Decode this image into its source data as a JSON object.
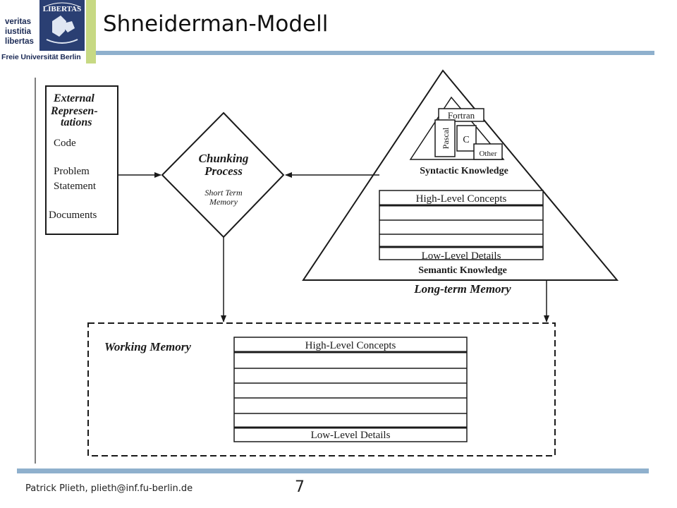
{
  "header": {
    "logo_motto": [
      "veritas",
      "iustitia",
      "libertas"
    ],
    "logo_seal_text": "LIBERTAS",
    "university_name": "Freie Universität Berlin",
    "title": "Shneiderman-Modell"
  },
  "diagram": {
    "external": {
      "title_lines": [
        "External",
        "Represen-",
        "tations"
      ],
      "items": [
        "Code",
        "Problem",
        "Statement",
        "Documents"
      ]
    },
    "chunking": {
      "title_lines": [
        "Chunking",
        "Process"
      ],
      "sub_lines": [
        "Short Term",
        "Memory"
      ]
    },
    "long_term": {
      "languages": [
        "Fortran",
        "Pascal",
        "C",
        "Other"
      ],
      "syntactic_label": "Syntactic Knowledge",
      "high_level": "High-Level Concepts",
      "low_level": "Low-Level Details",
      "semantic_label": "Semantic Knowledge",
      "label": "Long-term Memory"
    },
    "working_memory": {
      "label": "Working Memory",
      "high_level": "High-Level Concepts",
      "low_level": "Low-Level Details"
    }
  },
  "footer": {
    "author": "Patrick Plieth, plieth@inf.fu-berlin.de",
    "page_number": "7"
  },
  "colors": {
    "rule_blue": "#8fb0cd",
    "accent_green": "#c7d983",
    "logo_navy": "#1b2a55"
  }
}
